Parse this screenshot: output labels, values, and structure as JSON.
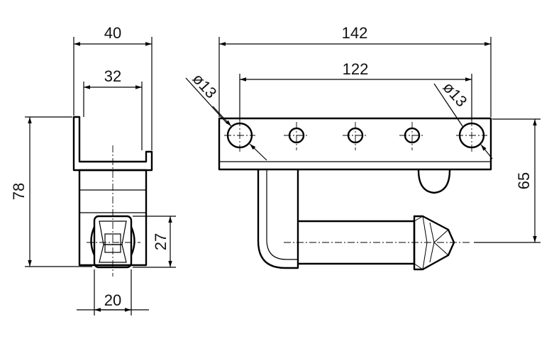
{
  "drawing": {
    "dimensions": {
      "side_width_outer": "40",
      "side_width_inner": "32",
      "side_height": "78",
      "pin_height": "27",
      "pin_width": "20",
      "front_length_total": "142",
      "front_hole_spacing": "122",
      "hole_dia_left": "ø13",
      "hole_dia_right": "ø13",
      "front_height": "65"
    },
    "line_color": "#000000",
    "background": "#ffffff"
  }
}
